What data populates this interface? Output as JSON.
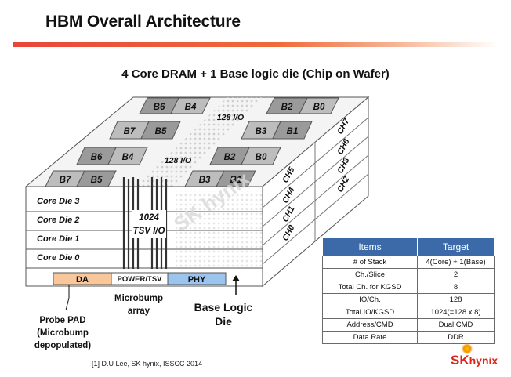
{
  "title": "HBM Overall Architecture",
  "subtitle": "4 Core DRAM + 1 Base logic die (Chip on Wafer)",
  "diagram": {
    "top_die_banks_back_left": [
      "B6",
      "B4",
      "B7",
      "B5"
    ],
    "top_die_banks_back_right": [
      "B2",
      "B0",
      "B3",
      "B1"
    ],
    "top_die_banks_front_left": [
      "B6",
      "B4",
      "B7",
      "B5"
    ],
    "top_die_banks_front_right": [
      "B2",
      "B0",
      "B3",
      "B1"
    ],
    "io_label_back": "128 I/O",
    "io_label_front": "128 I/O",
    "core_dies": [
      "Core Die 3",
      "Core Die 2",
      "Core Die 1",
      "Core Die 0"
    ],
    "tsv_label_1": "1024",
    "tsv_label_2": "TSV I/O",
    "channels_right": [
      "CH7",
      "CH6",
      "CH3",
      "CH2"
    ],
    "channels_front": [
      "CH5",
      "CH4",
      "CH1",
      "CH0"
    ],
    "base_blocks": [
      "DA",
      "POWER/TSV",
      "PHY"
    ],
    "probe_pad_label": [
      "Probe PAD",
      "(Microbump",
      "depopulated)"
    ],
    "microbump_label": [
      "Microbump",
      "array"
    ],
    "base_logic_label": [
      "Base Logic",
      "Die"
    ],
    "watermark": "SK hynix",
    "colors": {
      "da": "#f8c79b",
      "phy": "#9cc5ee",
      "table_header": "#3c6aa8",
      "title_bar": "#e8463a"
    }
  },
  "spec_table": {
    "headers": [
      "Items",
      "Target"
    ],
    "rows": [
      [
        "# of Stack",
        "4(Core) + 1(Base)"
      ],
      [
        "Ch./Slice",
        "2"
      ],
      [
        "Total Ch. for KGSD",
        "8"
      ],
      [
        "IO/Ch.",
        "128"
      ],
      [
        "Total IO/KGSD",
        "1024(=128 x 8)"
      ],
      [
        "Address/CMD",
        "Dual CMD"
      ],
      [
        "Data Rate",
        "DDR"
      ]
    ]
  },
  "reference": "[1] D.U Lee, SK hynix, ISSCC 2014",
  "logo": {
    "brand": "SK",
    "name": "hynix"
  }
}
